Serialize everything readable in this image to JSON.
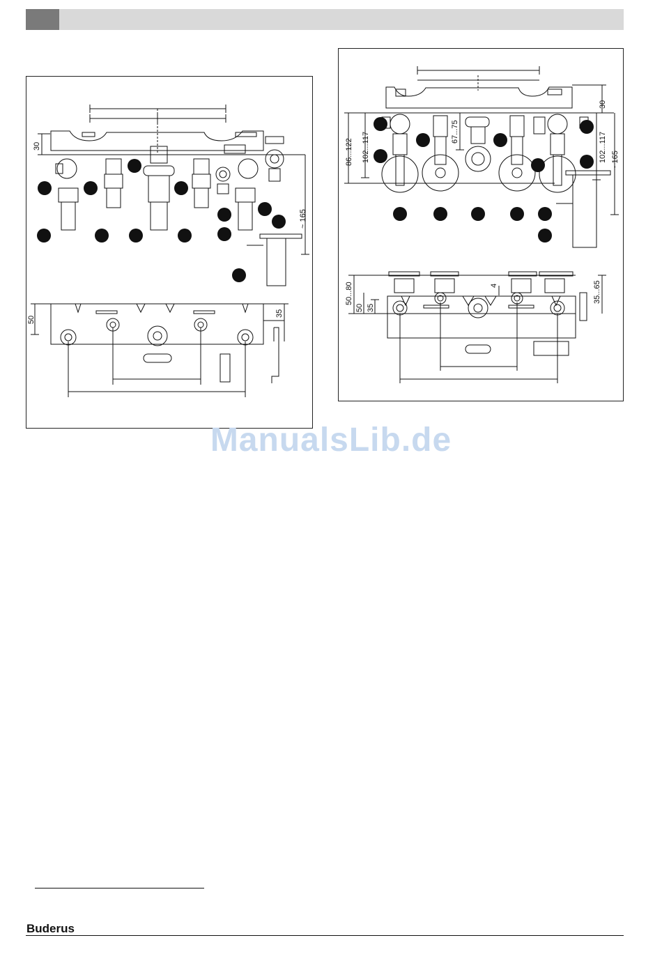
{
  "watermark": "ManualsLib.de",
  "brand": "Buderus",
  "left_figure": {
    "dims": {
      "d30": "30",
      "d165": "~ 165",
      "d50": "50",
      "d35": "35"
    }
  },
  "right_figure": {
    "dims": {
      "d30": "30",
      "d86_122": "86...122",
      "d102_117_left": "102...117",
      "d67_75": "67...75",
      "d102_117_right": "102...117",
      "d165": "~ 165",
      "d4": "4",
      "d50_80": "50...80",
      "d50": "50",
      "d35": "35",
      "d35_65": "35...65"
    }
  }
}
